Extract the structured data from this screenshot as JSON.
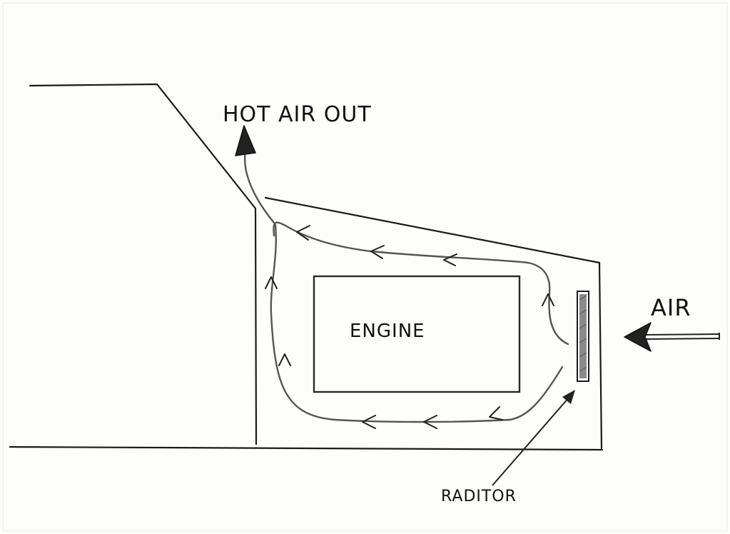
{
  "labels": {
    "hot_air_out": "HOT AIR OUT",
    "engine": "ENGINE",
    "air": "AIR",
    "radiator": "RADITOR"
  },
  "colors": {
    "paper": "#fdfdfb",
    "ink": "#1a1a1a",
    "pencil": "#555555",
    "radiator_hatch": "#777777"
  }
}
